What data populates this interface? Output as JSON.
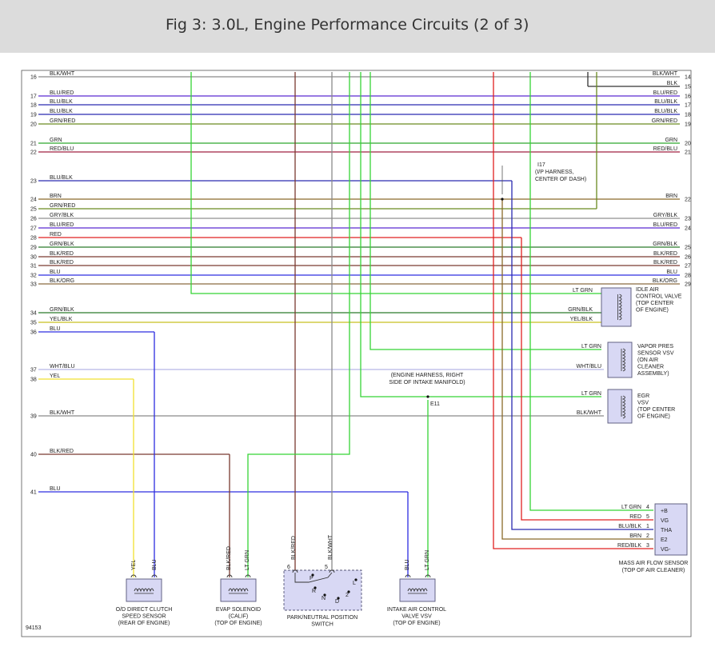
{
  "header": {
    "title": "Fig 3: 3.0L, Engine Performance Circuits (2 of 3)"
  },
  "colors": {
    "header_bg": "#dcdcdc",
    "BLU": "#2d2de0",
    "GRN": "#2ea82e",
    "LTGRN": "#35d435",
    "RED": "#e02020",
    "YEL": "#f0e030",
    "BRN": "#8a6a2a",
    "BLK": "#333333",
    "BLKRED": "#7a3a30",
    "BLKWHT": "#8a8a8a",
    "GRY": "#b0b0b0",
    "WHTBLU": "#b8b8e8",
    "BLKORG": "#8a6a40",
    "BLURED": "#5a2ad0",
    "BLUBLK": "#2a2ab0",
    "GRNRED": "#6a8a20",
    "GRNBLK": "#2a7a2a",
    "YELBLK": "#c8c020",
    "REDBLK": "#b02020",
    "REDBLU": "#a02040",
    "GRYBLK": "#909090",
    "component_fill": "#d8d8f4"
  },
  "diagram": {
    "left_wires": [
      {
        "pin": "16",
        "label": "BLK/WHT"
      },
      {
        "pin": "17",
        "label": "BLU/RED"
      },
      {
        "pin": "18",
        "label": "BLU/BLK"
      },
      {
        "pin": "19",
        "label": "BLU/BLK"
      },
      {
        "pin": "20",
        "label": "GRN/RED"
      },
      {
        "pin": "21",
        "label": "GRN"
      },
      {
        "pin": "22",
        "label": "RED/BLU"
      },
      {
        "pin": "23",
        "label": "BLU/BLK"
      },
      {
        "pin": "24",
        "label": "BRN"
      },
      {
        "pin": "25",
        "label": "GRN/RED"
      },
      {
        "pin": "26",
        "label": "GRY/BLK"
      },
      {
        "pin": "27",
        "label": "BLU/RED"
      },
      {
        "pin": "28",
        "label": "RED"
      },
      {
        "pin": "29",
        "label": "GRN/BLK"
      },
      {
        "pin": "30",
        "label": "BLK/RED"
      },
      {
        "pin": "31",
        "label": "BLK/RED"
      },
      {
        "pin": "32",
        "label": "BLU"
      },
      {
        "pin": "33",
        "label": "BLK/ORG"
      },
      {
        "pin": "34",
        "label": "GRN/BLK"
      },
      {
        "pin": "35",
        "label": "YEL/BLK"
      },
      {
        "pin": "36",
        "label": "BLU"
      },
      {
        "pin": "37",
        "label": "WHT/BLU"
      },
      {
        "pin": "38",
        "label": "YEL"
      },
      {
        "pin": "39",
        "label": "BLK/WHT"
      },
      {
        "pin": "40",
        "label": "BLK/RED"
      },
      {
        "pin": "41",
        "label": "BLU"
      }
    ],
    "right_wires": [
      {
        "pin": "14",
        "label": "BLK/WHT"
      },
      {
        "pin": "15",
        "label": "BLK"
      },
      {
        "pin": "16",
        "label": "BLU/RED"
      },
      {
        "pin": "17",
        "label": "BLU/BLK"
      },
      {
        "pin": "18",
        "label": "BLU/BLK"
      },
      {
        "pin": "19",
        "label": "GRN/RED"
      },
      {
        "pin": "20",
        "label": "GRN"
      },
      {
        "pin": "21",
        "label": "RED/BLU"
      },
      {
        "pin": "22",
        "label": "BRN"
      },
      {
        "pin": "23",
        "label": "GRY/BLK"
      },
      {
        "pin": "24",
        "label": "BLU/RED"
      },
      {
        "pin": "25",
        "label": "GRN/BLK"
      },
      {
        "pin": "26",
        "label": "BLK/RED"
      },
      {
        "pin": "27",
        "label": "BLK/RED"
      },
      {
        "pin": "28",
        "label": "BLU"
      },
      {
        "pin": "29",
        "label": "BLK/ORG"
      }
    ],
    "splice_i17": {
      "id": "I17",
      "line1": "(I/P HARNESS,",
      "line2": "CENTER OF DASH)"
    },
    "splice_e11": {
      "id": "E11",
      "line1": "(ENGINE HARNESS, RIGHT",
      "line2": "SIDE OF INTAKE MANIFOLD)"
    },
    "idle_air": {
      "wires": [
        "LT GRN",
        "GRN/BLK",
        "YEL/BLK"
      ],
      "label": [
        "IDLE AIR",
        "CONTROL VALVE",
        "(TOP CENTER",
        "OF ENGINE)"
      ]
    },
    "vapor_pres": {
      "wires": [
        "LT GRN",
        "WHT/BLU"
      ],
      "label": [
        "VAPOR PRES",
        "SENSOR VSV",
        "(ON AIR",
        "CLEANER",
        "ASSEMBLY)"
      ]
    },
    "egr_vsv": {
      "wires": [
        "LT GRN",
        "BLK/WHT"
      ],
      "label": [
        "EGR",
        "VSV",
        "(TOP CENTER",
        "OF ENGINE)"
      ]
    },
    "maf": {
      "wires": [
        {
          "label": "LT GRN",
          "pin": "4",
          "term": "+B"
        },
        {
          "label": "RED",
          "pin": "5",
          "term": "VG"
        },
        {
          "label": "BLU/BLK",
          "pin": "1",
          "term": "THA"
        },
        {
          "label": "BRN",
          "pin": "2",
          "term": "E2"
        },
        {
          "label": "RED/BLK",
          "pin": "3",
          "term": "VG-"
        }
      ],
      "label": [
        "MASS AIR FLOW SENSOR",
        "(TOP OF AIR CLEANER)"
      ]
    },
    "od_clutch": {
      "wires": [
        "YEL",
        "BLU"
      ],
      "label": [
        "O/D DIRECT CLUTCH",
        "SPEED SENSOR",
        "(REAR OF ENGINE)"
      ]
    },
    "evap": {
      "wires": [
        "BLK/RED",
        "LT GRN"
      ],
      "label": [
        "EVAP SOLENOID",
        "(CALIF)",
        "(TOP OF ENGINE)"
      ]
    },
    "pnp": {
      "wires": [
        "BLK/RED",
        "BLK/WHT"
      ],
      "pins": [
        "6",
        "5"
      ],
      "positions": [
        "P",
        "R",
        "N",
        "D",
        "2",
        "L"
      ],
      "label": [
        "PARK/NEUTRAL POSITION",
        "SWITCH"
      ]
    },
    "intake_vsv": {
      "wires": [
        "BLU",
        "LT GRN"
      ],
      "label": [
        "INTAKE AIR CONTROL",
        "VALVE VSV",
        "(TOP OF ENGINE)"
      ]
    },
    "figure_id": "94153"
  }
}
